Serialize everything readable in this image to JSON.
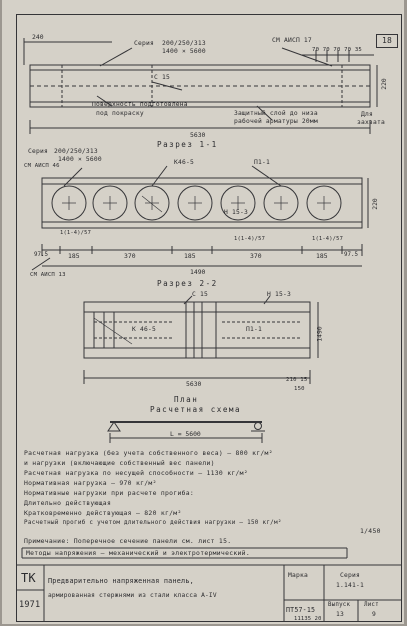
{
  "sheet": {
    "number": "18"
  },
  "elevation": {
    "dim_left": "240",
    "series_label": "Серия",
    "series_value": "200/250/313",
    "series_sub": "1400 × 5600",
    "mesh_label": "СМ АИСП 17",
    "dims_right": "70 70 70 70 35",
    "c15": "С 15",
    "surface_note_1": "Поверхность подготовлена",
    "surface_note_2": "под покраску",
    "protect_note_1": "Защитный слой до низа",
    "protect_note_2": "рабочей арматуры 20мм",
    "for_lifting_1": "Для",
    "for_lifting_2": "захвата",
    "dim_220": "220",
    "length": "5630"
  },
  "section1": {
    "title": "Разрез 1-1",
    "series_label": "Серия",
    "series_value": "200/250/313",
    "series_sub": "1400 × 5600",
    "mesh46": "СМ АИСП 46",
    "k46": "К46-5",
    "p1": "П1-1",
    "n15": "Н 15-3",
    "label_1_4": "1(1-4)/57",
    "label_1_4b": "1(1-4)/57",
    "label_1_4c": "1(1-4)/57",
    "height": "220",
    "dims": [
      "97.5",
      "185",
      "370",
      "185",
      "370",
      "185",
      "97.5"
    ],
    "total": "1490",
    "mesh_bottom": "СМ АИСП 13"
  },
  "section2": {
    "title": "Разрез 2-2",
    "c15": "С 15",
    "n15": "Н 15-3",
    "k46": "К 46-5",
    "p1": "П1-1",
    "height": "1490",
    "length": "5630",
    "dim_small": "210 15",
    "dim_150": "150"
  },
  "plan": {
    "title_1": "План",
    "title_2": "Расчетная схема",
    "span": "L = 5600"
  },
  "loads": {
    "lines": [
      "Расчетная нагрузка (без учета собственного веса)   — 800 кг/м²",
      "и нагрузки (включающие собственный вес панели)",
      "Расчетная нагрузка по несущей способности           — 1130 кг/м²",
      "Нормативная нагрузка                                 — 970 кг/м²",
      "Нормативные нагрузки при расчете прогиба:",
      "Длительно действующая",
      "Кратковременно действующая                           — 820 кг/м²",
      "Расчетный прогиб с учетом длительного действия нагрузки — 150 кг/м²"
    ],
    "deflection": "1/450",
    "note_line": "Примечание: Поперечное сечение панели см. лист 15.",
    "method_line": "Методы напряжения — механический и электротермический."
  },
  "title_block": {
    "org": "ТК",
    "year": "1971",
    "title_1": "Предварительно напряженная панель,",
    "title_2": "армированная стержнями из стали класса А-IV",
    "mark_label": "Марка",
    "mark_value": "ПТ57-15",
    "series_label": "Серия",
    "series_value": "1.141-1",
    "issue_label": "Выпуск",
    "issue_value": "13",
    "sheet_label": "Лист",
    "sheet_value": "9"
  },
  "footer": {
    "stamp": "11135    20"
  }
}
